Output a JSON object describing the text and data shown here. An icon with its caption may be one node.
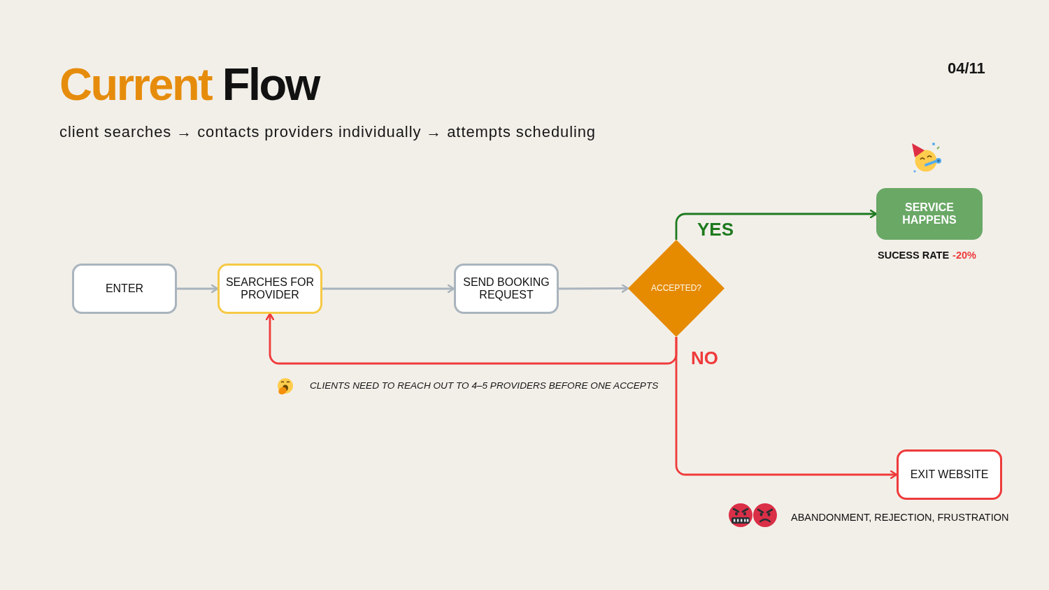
{
  "diagram": {
    "title": "Current Flow",
    "nodes": [
      {
        "text": [
          "ENTER"
        ]
      },
      {
        "text": [
          "SEARCHES FOR PROVIDER"
        ]
      },
      {
        "text": [
          "SEND BOOKING REQUEST"
        ]
      },
      {
        "text": [
          "ACCEPTED?"
        ]
      },
      {
        "text": [
          "SERVICE HAPPENS"
        ],
        "beside": [
          "SUCESS RATE",
          "-20%"
        ]
      },
      {
        "text": [
          "EXIT WEBSITE"
        ],
        "beside": [
          "ABANDONMENT, REJECTION, FRUSTRATION"
        ]
      }
    ],
    "edges": [
      {
        "from": 0,
        "to": 1,
        "arrow": "to"
      },
      {
        "from": 1,
        "to": 2,
        "arrow": "to"
      },
      {
        "from": 2,
        "to": 3,
        "arrow": "to"
      },
      {
        "from": 3,
        "to": 4,
        "arrow": "to",
        "label": "YES",
        "color": "#1f7a1f"
      },
      {
        "from": 3,
        "to": 1,
        "arrow": "to",
        "color": "#ef3b3b"
      },
      {
        "from": 3,
        "to": 5,
        "arrow": "to",
        "label": "NO",
        "color": "#ef3b3b"
      }
    ],
    "labels": [
      "client searches → contacts providers individually → attempts scheduling",
      "04/11",
      "CLIENTS NEED TO REACH OUT TO 4–5 PROVIDERS BEFORE ONE ACCEPTS"
    ]
  }
}
